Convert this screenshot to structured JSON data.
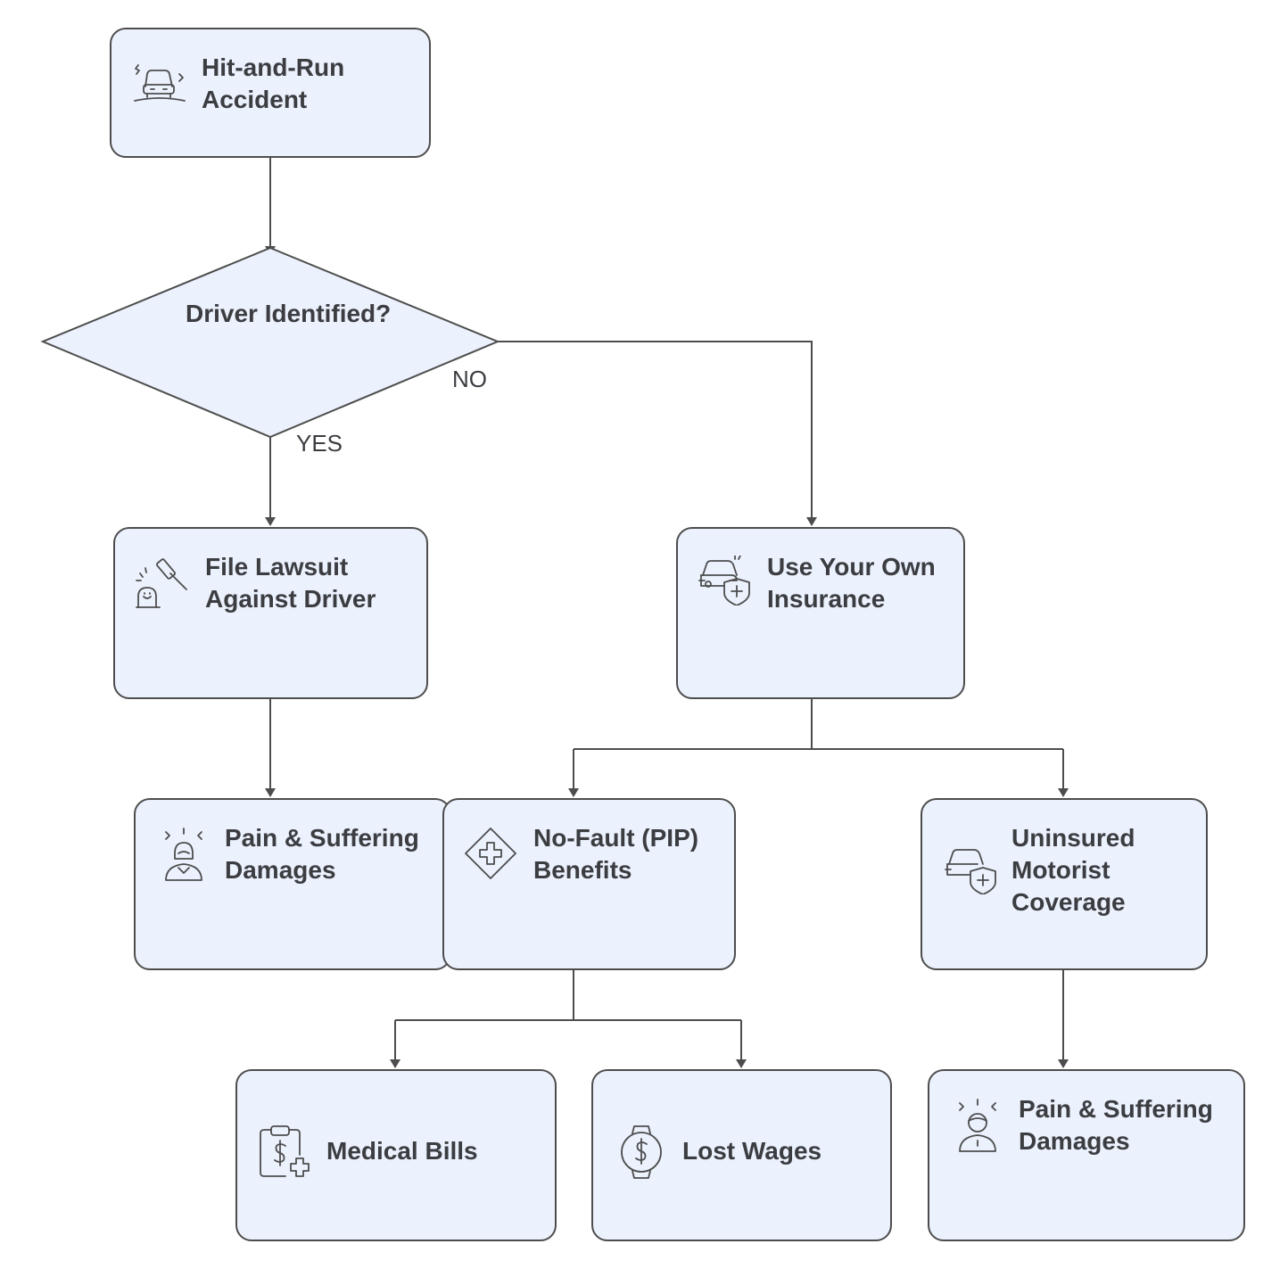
{
  "nodes": {
    "hit_and_run": {
      "line1": "Hit-and-Run",
      "line2": "Accident",
      "icon": "car-crash-icon"
    },
    "decision": {
      "label": "Driver Identified?"
    },
    "file_lawsuit": {
      "line1": "File Lawsuit",
      "line2": "Against Driver",
      "icon": "gavel-icon"
    },
    "own_insurance": {
      "line1": "Use Your Own",
      "line2": "Insurance",
      "icon": "car-shield-icon"
    },
    "pain_suffering_left": {
      "line1": "Pain & Suffering",
      "line2": "Damages",
      "icon": "distressed-person-icon"
    },
    "no_fault": {
      "line1": "No-Fault (PIP)",
      "line2": "Benefits",
      "icon": "medical-diamond-icon"
    },
    "uninsured": {
      "line1": "Uninsured",
      "line2": "Motorist",
      "line3": "Coverage",
      "icon": "car-shield-icon"
    },
    "medical_bills": {
      "label": "Medical Bills",
      "icon": "clipboard-dollar-icon"
    },
    "lost_wages": {
      "label": "Lost Wages",
      "icon": "watch-dollar-icon"
    },
    "pain_suffering_right": {
      "line1": "Pain & Suffering",
      "line2": "Damages",
      "icon": "distressed-person-icon"
    }
  },
  "edges": {
    "yes_label": "YES",
    "no_label": "NO"
  },
  "colors": {
    "node_fill": "#ebf1fd",
    "stroke": "#4d4d4d",
    "text": "#3b3d41"
  }
}
